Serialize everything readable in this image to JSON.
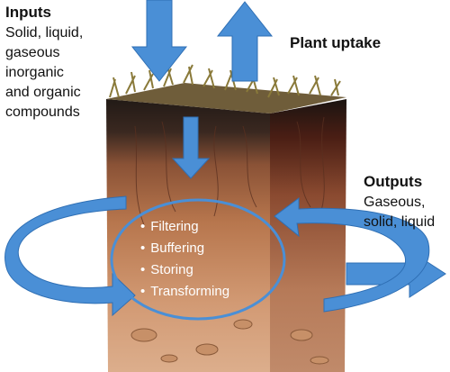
{
  "inputs": {
    "title": "Inputs",
    "description_lines": [
      "Solid, liquid,",
      "gaseous",
      "inorganic",
      "and organic",
      "compounds"
    ]
  },
  "plant_uptake": "Plant uptake",
  "outputs": {
    "title": "Outputs",
    "description_lines": [
      "Gaseous,",
      "solid, liquid"
    ]
  },
  "processes": [
    "Filtering",
    "Buffering",
    "Storing",
    "Transforming"
  ],
  "colors": {
    "arrow_blue": "#4a8fd6",
    "soil_dark": "#2e2520",
    "soil_mid": "#a0684a",
    "soil_light": "#d8a884",
    "grass": "#8a7a3a"
  }
}
